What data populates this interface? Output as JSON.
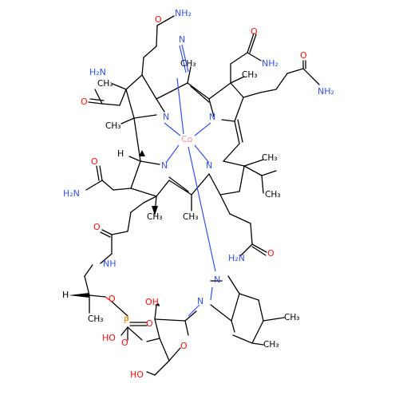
{
  "molecule": {
    "labels": {
      "nh2_top": "NH₂",
      "nh2_left": "H₂N",
      "nh2_topright": "NH₂",
      "nh2_farright": "NH₂",
      "nh2_midleft": "H₂N",
      "nh2_lower": "H₂N",
      "o": "O",
      "n": "N",
      "co": "Co",
      "h": "H",
      "nh": "NH",
      "ho": "HO",
      "oh": "OH",
      "p": "P",
      "ch3": "CH₃"
    },
    "colors": {
      "carbon_bond": "#000000",
      "nitrogen": "#3050F8",
      "oxygen": "#FF0D0D",
      "phosphorus": "#FF8000",
      "cobalt": "#F090A0"
    }
  }
}
